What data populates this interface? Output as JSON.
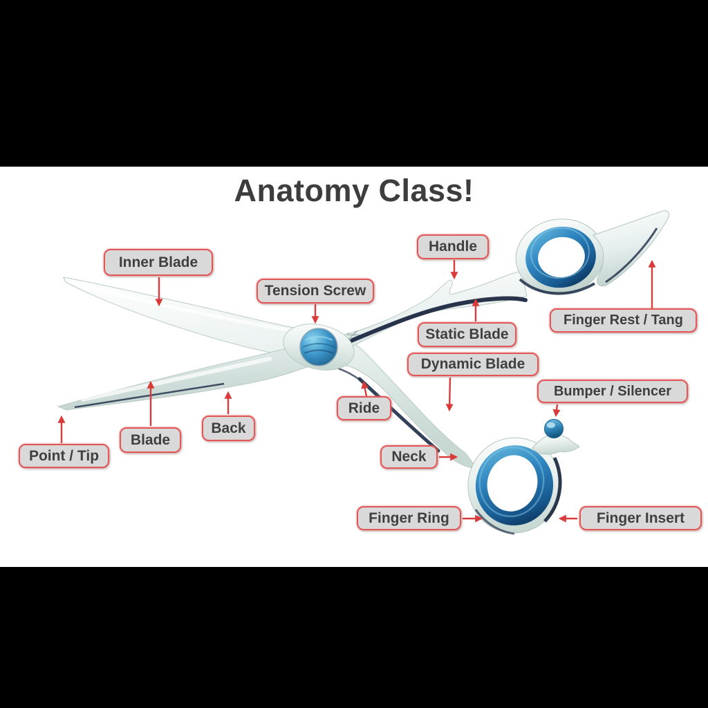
{
  "title": "Anatomy Class!",
  "labels": [
    {
      "id": "inner-blade",
      "text": "Inner Blade"
    },
    {
      "id": "tension-screw",
      "text": "Tension Screw"
    },
    {
      "id": "handle",
      "text": "Handle"
    },
    {
      "id": "static-blade",
      "text": "Static Blade"
    },
    {
      "id": "finger-rest-tang",
      "text": "Finger Rest / Tang"
    },
    {
      "id": "dynamic-blade",
      "text": "Dynamic Blade"
    },
    {
      "id": "ride",
      "text": "Ride"
    },
    {
      "id": "bumper-silencer",
      "text": "Bumper / Silencer"
    },
    {
      "id": "neck",
      "text": "Neck"
    },
    {
      "id": "finger-ring",
      "text": "Finger Ring"
    },
    {
      "id": "finger-insert",
      "text": "Finger Insert"
    },
    {
      "id": "point-tip",
      "text": "Point / Tip"
    },
    {
      "id": "blade",
      "text": "Blade"
    },
    {
      "id": "back",
      "text": "Back"
    }
  ],
  "icons": [
    {
      "name": "scissors-engraving-icon",
      "glyph": "✂"
    }
  ],
  "colors": {
    "letterbox": "#000000",
    "slide_background": "#ffffff",
    "title_text": "#3d3d3d",
    "label_fill": "#d9d9d9",
    "label_border": "#e15757",
    "label_text": "#3f3f3f",
    "arrow_red": "#d93a3a",
    "metal_light": "#e9f1ef",
    "metal_edge_shadow": "#16233c",
    "insert_blue": "#2f86c0"
  }
}
